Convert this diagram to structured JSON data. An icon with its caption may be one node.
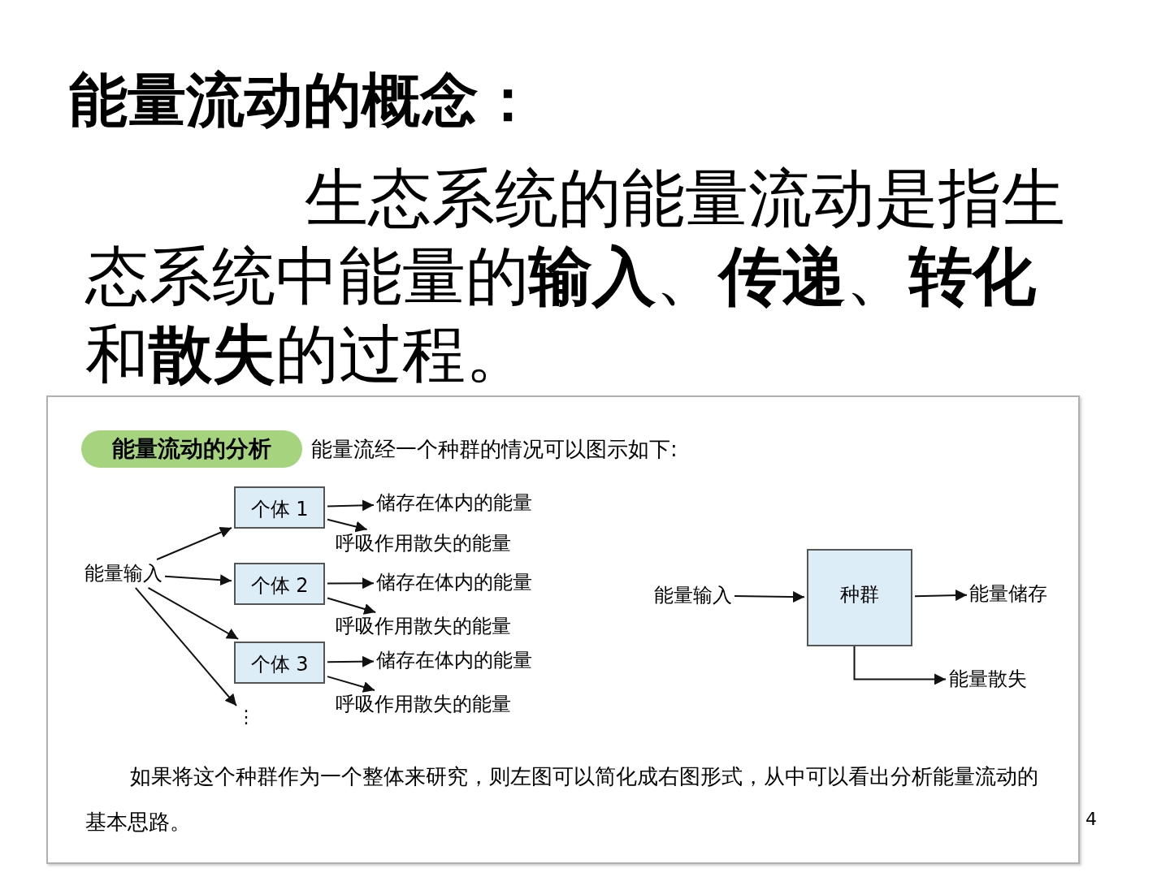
{
  "diagram": {
    "nodes": [
      {
        "text": [
          "能量流动的分析"
        ]
      },
      {
        "text": [
          "能量输入"
        ]
      },
      {
        "text": [
          "个体 1"
        ]
      },
      {
        "text": [
          "储存在体内的能量"
        ]
      },
      {
        "text": [
          "呼吸作用散失的能量"
        ]
      },
      {
        "text": [
          "个体 2"
        ]
      },
      {
        "text": [
          "储存在体内的能量"
        ]
      },
      {
        "text": [
          "呼吸作用散失的能量"
        ]
      },
      {
        "text": [
          "个体 3"
        ]
      },
      {
        "text": [
          "储存在体内的能量"
        ]
      },
      {
        "text": [
          "呼吸作用散失的能量"
        ]
      },
      {
        "text": [
          "⋮"
        ]
      },
      {
        "text": [
          "能量输入"
        ]
      },
      {
        "text": [
          "种群"
        ]
      },
      {
        "text": [
          "能量储存"
        ]
      },
      {
        "text": [
          "能量散失"
        ]
      }
    ],
    "edges": [
      {
        "from": 1,
        "to": 2,
        "arrow": "to"
      },
      {
        "from": 1,
        "to": 5,
        "arrow": "to"
      },
      {
        "from": 1,
        "to": 8,
        "arrow": "to"
      },
      {
        "from": 1,
        "to": 11,
        "arrow": "to"
      },
      {
        "from": 2,
        "to": 3,
        "arrow": "to"
      },
      {
        "from": 2,
        "to": 4,
        "arrow": "to"
      },
      {
        "from": 5,
        "to": 6,
        "arrow": "to"
      },
      {
        "from": 5,
        "to": 7,
        "arrow": "to"
      },
      {
        "from": 8,
        "to": 9,
        "arrow": "to"
      },
      {
        "from": 8,
        "to": 10,
        "arrow": "to"
      },
      {
        "from": 12,
        "to": 13,
        "arrow": "to"
      },
      {
        "from": 13,
        "to": 14,
        "arrow": "to"
      },
      {
        "from": 13,
        "to": 15,
        "arrow": "to"
      }
    ],
    "labels": [
      "能量流动的概念：",
      "生态系统的能量流动是指生态系统中能量的**输入**、**传递**、**转化**和**散失**的过程。",
      "能量流经一个种群的情况可以图示如下:",
      "如果将这个种群作为一个整体来研究，则左图可以简化成右图形式，从中可以看出分析能量流动的基本思路。",
      "4"
    ]
  }
}
